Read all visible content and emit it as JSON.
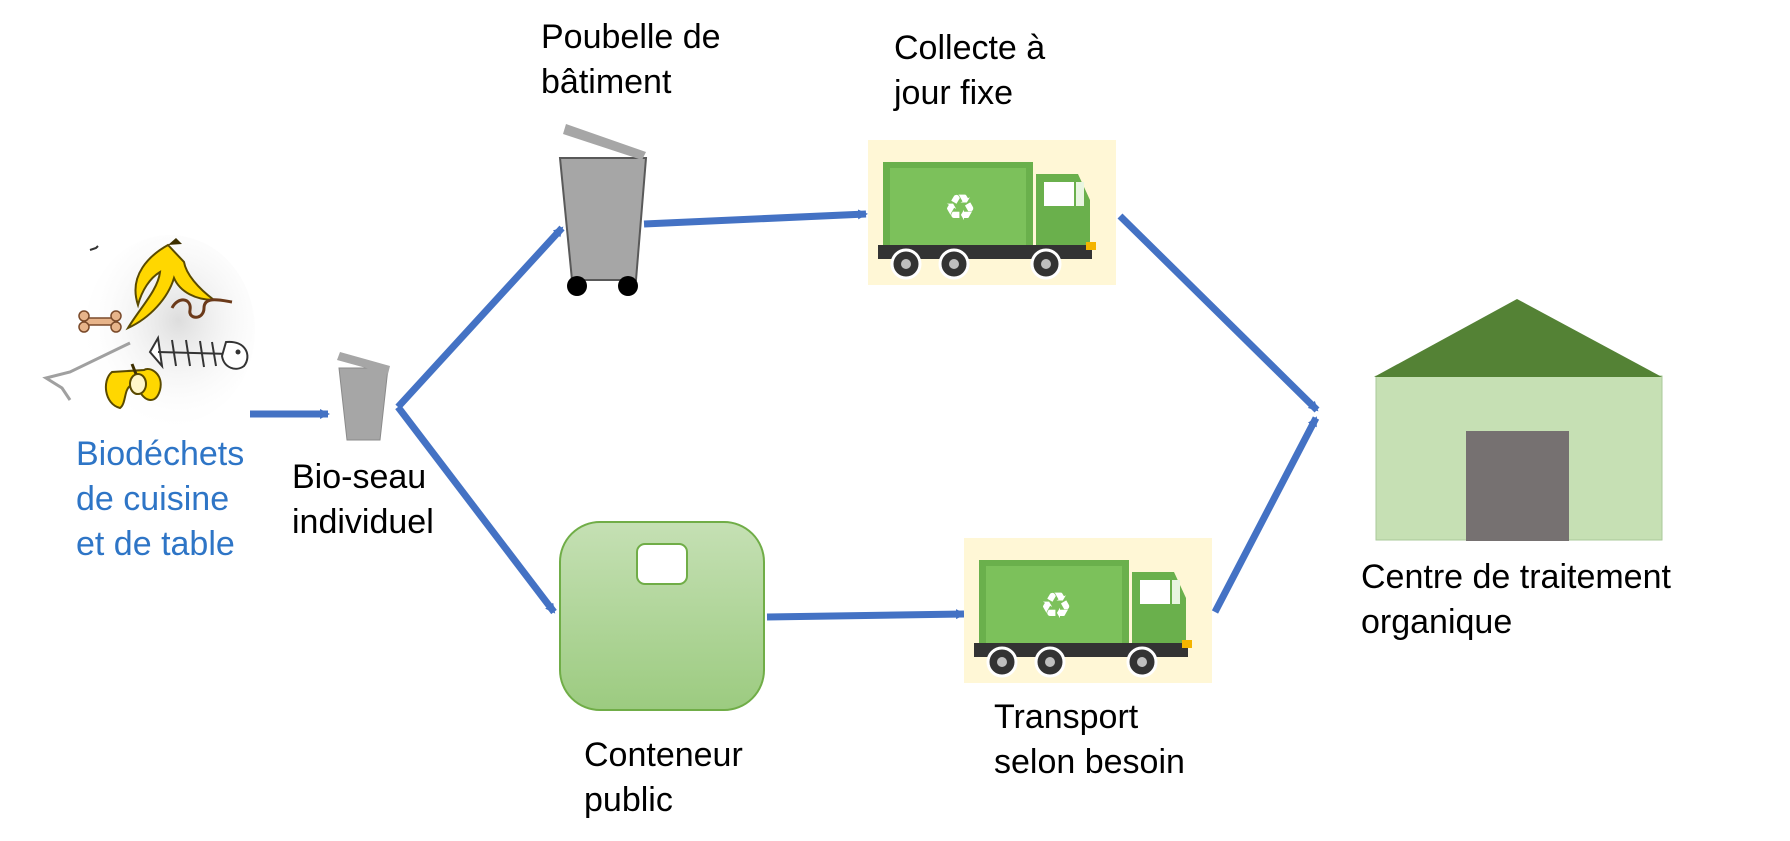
{
  "colors": {
    "arrow": "#4472c4",
    "label_blue": "#2e75c6",
    "truck_green": "#6ab04c",
    "roof_green": "#548235",
    "building_wall": "#c6e0b4",
    "door": "#767171",
    "container_green": "#a9d18e",
    "bin_gray": "#a6a6a6"
  },
  "nodes": {
    "biowaste": {
      "lines": [
        "Biodéchets",
        "de cuisine",
        "et de table"
      ],
      "icon": "food-waste-icon"
    },
    "bucket": {
      "lines": [
        "Bio-seau",
        "individuel"
      ],
      "icon": "bucket-icon"
    },
    "building_bin": {
      "lines": [
        "Poubelle de",
        "bâtiment"
      ],
      "icon": "wheelie-bin-icon"
    },
    "collection": {
      "lines": [
        "Collecte à",
        "jour fixe"
      ],
      "icon": "garbage-truck-icon"
    },
    "public_container": {
      "lines": [
        "Conteneur",
        "public"
      ],
      "icon": "public-container-icon"
    },
    "transport": {
      "lines": [
        "Transport",
        "selon besoin"
      ],
      "icon": "garbage-truck-icon"
    },
    "treatment": {
      "lines": [
        "Centre de traitement",
        "organique"
      ],
      "icon": "treatment-building-icon"
    }
  }
}
